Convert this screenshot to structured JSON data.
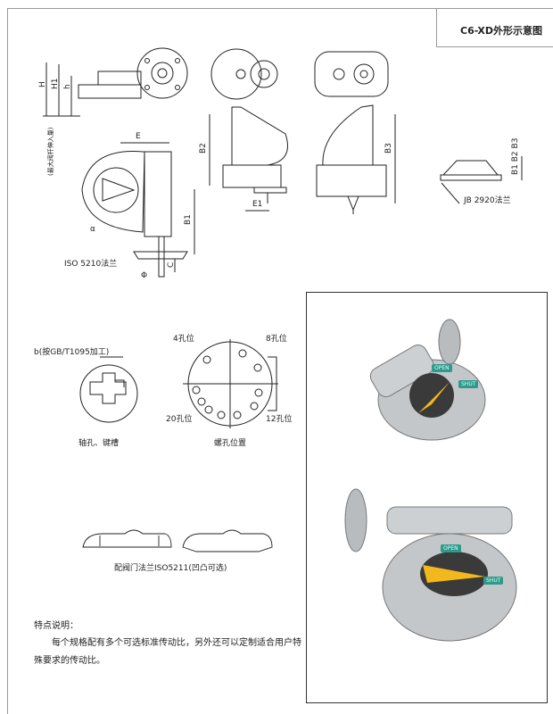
{
  "title": "C6-XD外形示意图",
  "dimensions": {
    "H": "H",
    "H1": "H1",
    "h": "h",
    "max_stem": "(最大阀杆伸入量)",
    "E": "E",
    "E1": "E1",
    "B1": "B1",
    "B2": "B2",
    "B3": "B3",
    "C": "C",
    "phi": "Φ",
    "alpha": "α",
    "b123": "B1 B2 B3"
  },
  "flanges": {
    "iso5210": "ISO 5210法兰",
    "jb2920": "JB 2920法兰",
    "iso5211": "配阀门法兰ISO5211(凹凸可选)"
  },
  "keyway": {
    "b_label": "b(按GB/T1095加工)",
    "caption": "轴孔、键槽"
  },
  "bolt_holes": {
    "four": "4孔位",
    "eight": "8孔位",
    "twenty": "20孔位",
    "twelve": "12孔位",
    "caption": "螺孔位置"
  },
  "notes": {
    "title": "特点说明：",
    "body": "每个规格配有多个可选标准传动比，另外还可以定制适合用户特殊要求的传动比。"
  },
  "photo": {
    "tags": [
      "OPEN",
      "SHUT",
      "OPEN",
      "SHUT"
    ],
    "colors": {
      "body": "#b8bcc0",
      "dial": "#3a3a3a",
      "pointer": "#f2b81c",
      "tag": "#2e9a8a"
    }
  }
}
